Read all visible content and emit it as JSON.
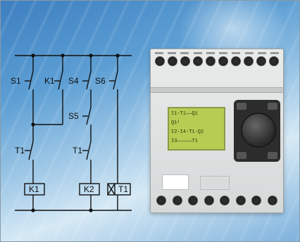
{
  "schematic": {
    "labels": {
      "s1": "S1",
      "k1_contact": "K1",
      "s4": "S4",
      "s6": "S6",
      "s5": "S5",
      "t1_left": "T1",
      "t1_mid": "T1",
      "coil_k1": "K1",
      "coil_k2": "K2",
      "coil_t1": "T1"
    }
  },
  "plc": {
    "lcd_lines": [
      "I1-T1——Q1",
      "Q1┘",
      "I2-I4-T1-Q2",
      "I3—————T1"
    ]
  }
}
